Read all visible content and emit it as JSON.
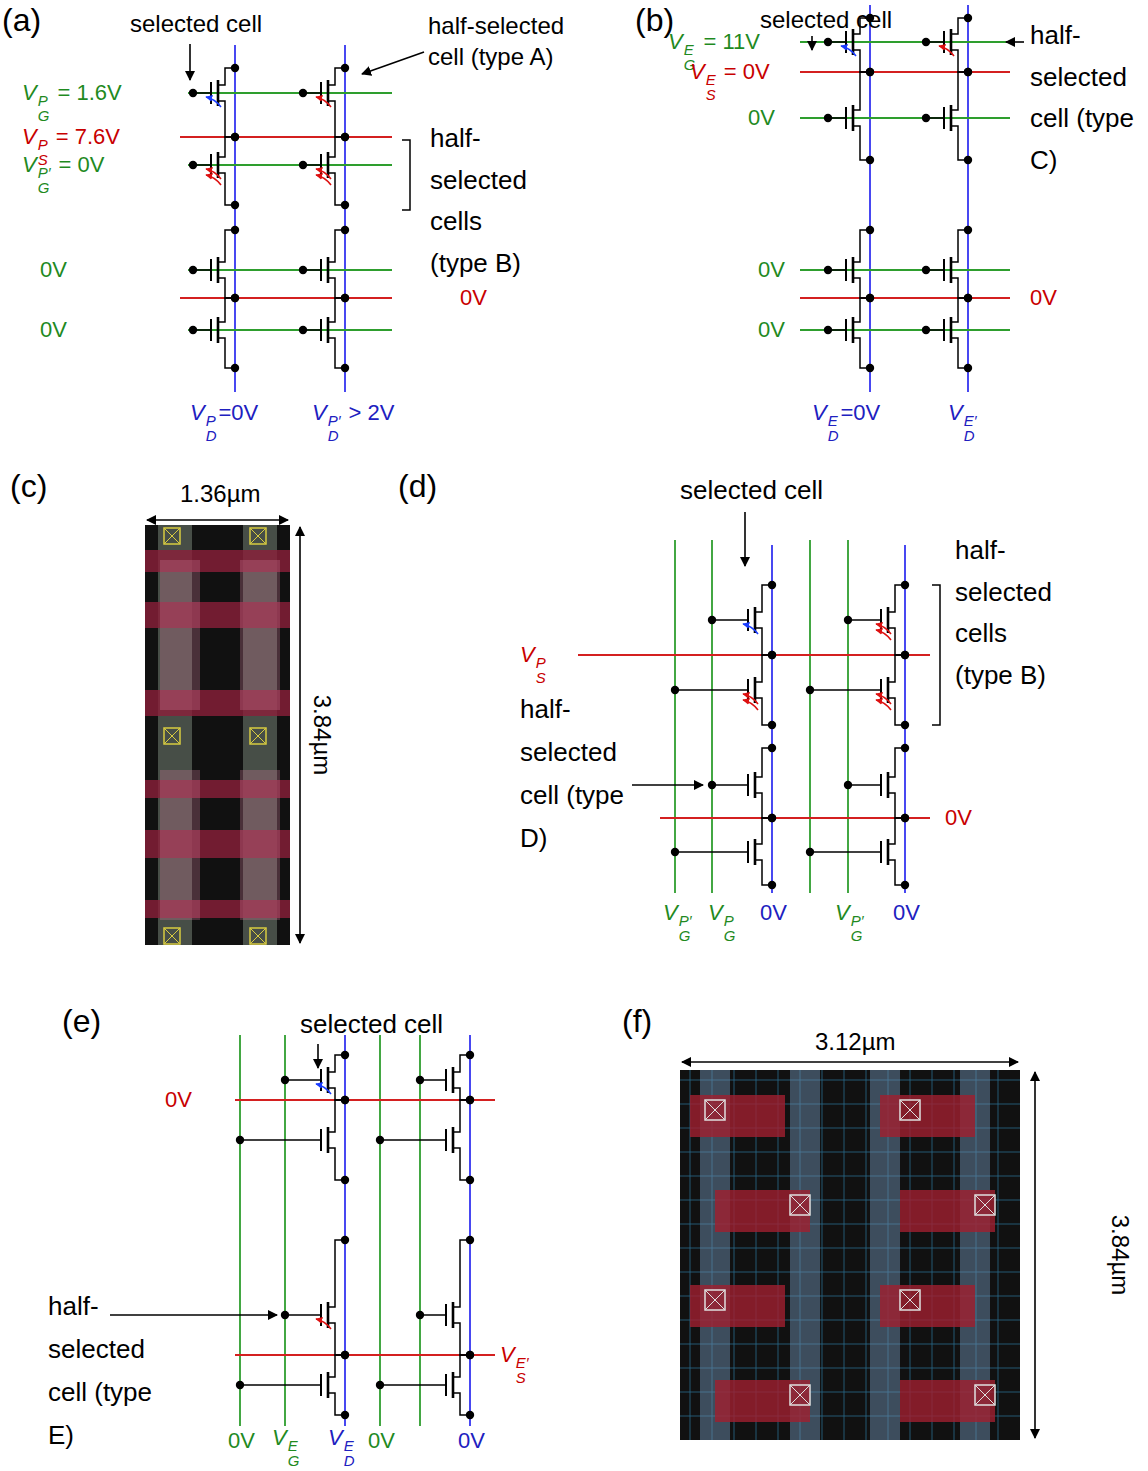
{
  "diagram": {
    "labels": [
      "(a)",
      "selected cell",
      "half-selected cell (type A)",
      "VGP = 1.6V",
      "VSP = 7.6V",
      "VGP′ = 0V",
      "half-selected cells (type B)",
      "0V",
      "0V",
      "0V",
      "VDP=0V",
      "VDP′ > 2V",
      "(b)",
      "selected cell",
      "VGE = 11V",
      "VSE = 0V",
      "half-selected cell (type C)",
      "0V",
      "0V",
      "0V",
      "0V",
      "VDE=0V",
      "VDE′",
      "(c)",
      "1.36µm",
      "3.84µm",
      "(d)",
      "selected cell",
      "half-selected cells (type B)",
      "VSP",
      "half-selected cell (type D)",
      "0V",
      "VGP′",
      "VGP",
      "0V",
      "VGP′",
      "0V",
      "(e)",
      "selected cell",
      "0V",
      "half-selected cell (type E)",
      "VSE′",
      "0V",
      "VGE",
      "VDE",
      "0V",
      "0V",
      "(f)",
      "3.12µm",
      "3.84µm"
    ]
  }
}
